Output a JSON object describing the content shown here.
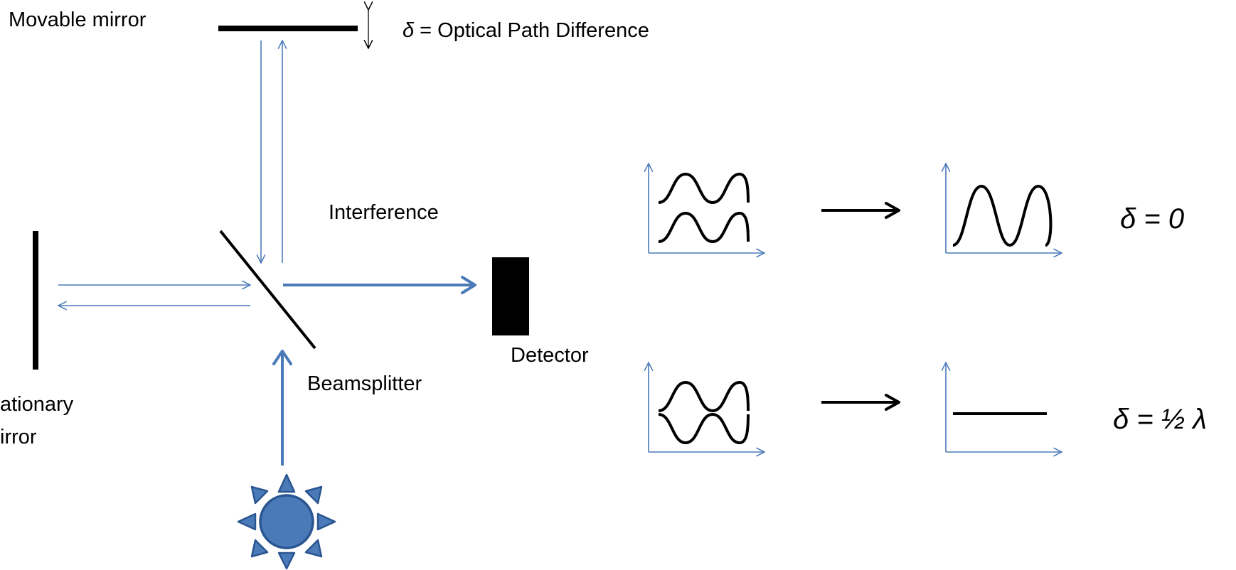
{
  "labels": {
    "movable_mirror": "Movable mirror",
    "opd_symbol": "δ",
    "opd_text": " = Optical Path Difference",
    "interference": "Interference",
    "detector": "Detector",
    "beamsplitter": "Beamsplitter",
    "stationary_line1": "ationary",
    "stationary_line2": "irror"
  },
  "cases": {
    "in_phase": {
      "equation": "δ = 0"
    },
    "out_of_phase": {
      "equation": "δ =  ½ λ"
    }
  },
  "colors": {
    "beam": "#4a7ab8",
    "axis": "#4a7ab8",
    "ink": "#000000",
    "source_fill": "#4a7ab8",
    "source_stroke": "#2a5590"
  }
}
